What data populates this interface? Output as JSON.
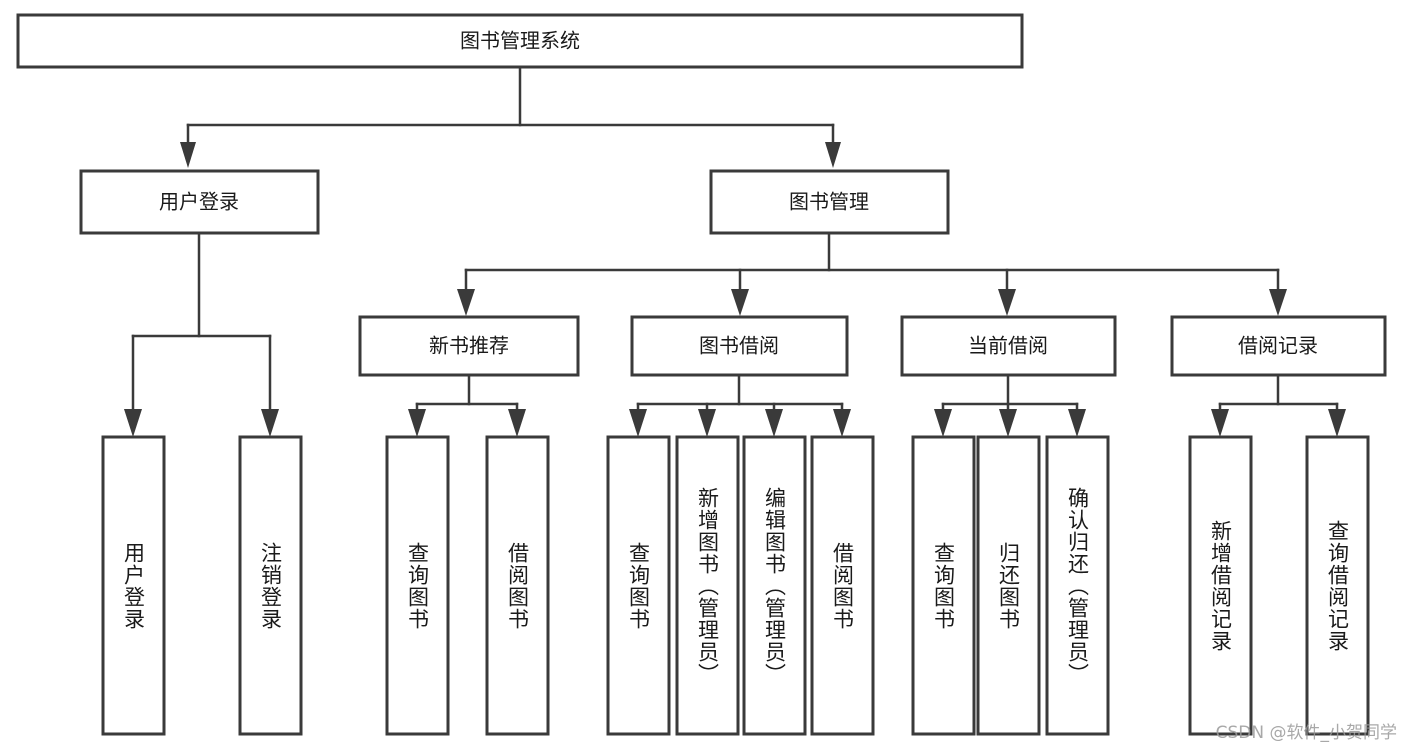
{
  "diagram": {
    "title": "图书管理系统",
    "type": "tree-hierarchy-flowchart",
    "orientation": "top-down",
    "colors": {
      "background": "#ffffff",
      "box_fill": "#ffffff",
      "box_stroke": "#3a3a3a",
      "connector": "#3a3a3a",
      "text": "#1a1a1a",
      "watermark": "#9a9a9a"
    },
    "root": {
      "label": "图书管理系统",
      "name": "node-book-management-system"
    },
    "level2": [
      {
        "label": "用户登录",
        "name": "node-user-login"
      },
      {
        "label": "图书管理",
        "name": "node-book-management"
      }
    ],
    "level3": [
      {
        "label": "新书推荐",
        "name": "node-new-book-recommend"
      },
      {
        "label": "图书借阅",
        "name": "node-book-borrow"
      },
      {
        "label": "当前借阅",
        "name": "node-current-borrow"
      },
      {
        "label": "借阅记录",
        "name": "node-borrow-record"
      }
    ],
    "leaves": {
      "user_login": [
        {
          "label": "用户登录",
          "name": "leaf-user-login"
        },
        {
          "label": "注销登录",
          "name": "leaf-logout"
        }
      ],
      "new_book_recommend": [
        {
          "label": "查询图书",
          "name": "leaf-query-book-1"
        },
        {
          "label": "借阅图书",
          "name": "leaf-borrow-book-1"
        }
      ],
      "book_borrow": [
        {
          "label": "查询图书",
          "name": "leaf-query-book-2"
        },
        {
          "label": "新增图书（管理员）",
          "name": "leaf-add-book-admin"
        },
        {
          "label": "编辑图书（管理员）",
          "name": "leaf-edit-book-admin"
        },
        {
          "label": "借阅图书",
          "name": "leaf-borrow-book-2"
        }
      ],
      "current_borrow": [
        {
          "label": "查询图书",
          "name": "leaf-query-book-3"
        },
        {
          "label": "归还图书",
          "name": "leaf-return-book"
        },
        {
          "label": "确认归还（管理员）",
          "name": "leaf-confirm-return-admin"
        }
      ],
      "borrow_record": [
        {
          "label": "新增借阅记录",
          "name": "leaf-add-borrow-record"
        },
        {
          "label": "查询借阅记录",
          "name": "leaf-query-borrow-record"
        }
      ]
    },
    "watermark": "CSDN @软件_小贺同学"
  }
}
